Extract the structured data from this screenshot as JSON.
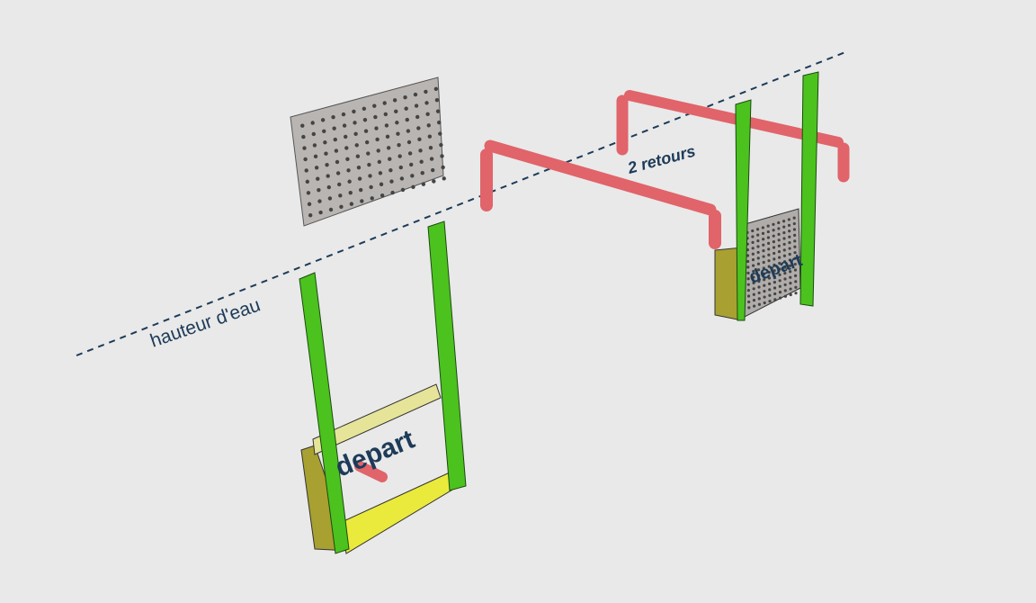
{
  "labels": {
    "water_level": "hauteur d'eau",
    "returns": "2 retours",
    "start_left": "depart",
    "start_right": "depart"
  },
  "colors": {
    "background": "#e9e9e9",
    "post": "#4cc21e",
    "pipe": "#e0646a",
    "trough": "#eaea3c",
    "wall": "#a8a030",
    "plate": "#b9b5b2",
    "text": "#1d3b58"
  }
}
